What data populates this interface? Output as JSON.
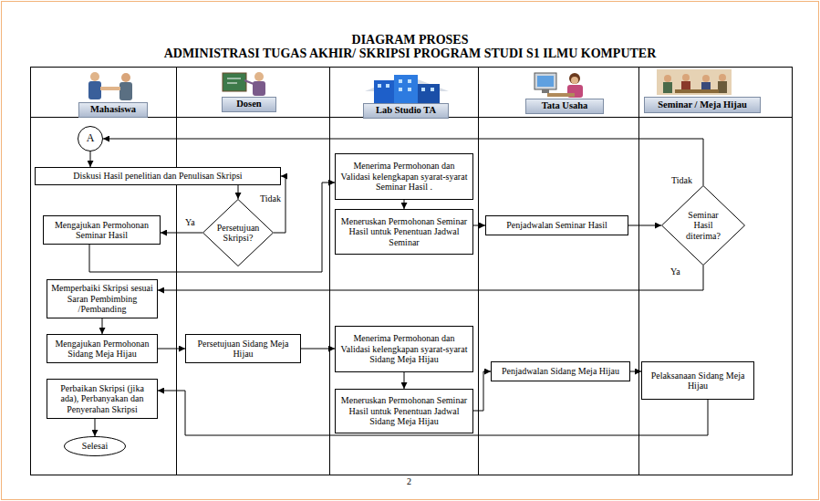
{
  "diagram": {
    "title": "DIAGRAM PROSES",
    "caption": "ADMINISTRASI TUGAS AKHIR/ SKRIPSI PROGRAM STUDI S1 ILMU KOMPUTER",
    "nodes": [
      {
        "text": [
          "Mahasiswa"
        ]
      },
      {
        "text": [
          "Dosen"
        ]
      },
      {
        "text": [
          "Lab Studio TA"
        ]
      },
      {
        "text": [
          "Tata Usaha"
        ]
      },
      {
        "text": [
          "Seminar / Meja Hijau"
        ]
      },
      {
        "text": [
          "A"
        ]
      },
      {
        "text": [
          "Diskusi Hasil penelitian dan Penulisan Skripsi"
        ]
      },
      {
        "text": [
          "Persetujuan Skripsi?"
        ]
      },
      {
        "text": [
          "Mengajukan Permohonan Seminar Hasil"
        ]
      },
      {
        "text": [
          "Menerima Permohonan dan Validasi kelengkapan syarat-syarat Seminar Hasil ."
        ]
      },
      {
        "text": [
          "Meneruskan Permohonan Seminar Hasil untuk Penentuan Jadwal Seminar"
        ]
      },
      {
        "text": [
          "Penjadwalan Seminar Hasil"
        ]
      },
      {
        "text": [
          "Seminar Hasil diterima?"
        ]
      },
      {
        "text": [
          "Memperbaiki Skripsi sesuai Saran Pembimbing /Pembanding"
        ]
      },
      {
        "text": [
          "Mengajukan Permohonan Sidang Meja Hijau"
        ]
      },
      {
        "text": [
          "Persetujuan Sidang Meja Hijau"
        ]
      },
      {
        "text": [
          "Menerima Permohonan dan Validasi kelengkapan syarat-syarat Sidang Meja Hijau"
        ]
      },
      {
        "text": [
          "Meneruskan Permohonan Seminar Hasil untuk Penentuan Jadwal Sidang Meja Hijau"
        ]
      },
      {
        "text": [
          "Penjadwalan Sidang Meja Hijau"
        ]
      },
      {
        "text": [
          "Pelaksanaan Sidang Meja Hijau"
        ]
      },
      {
        "text": [
          "Perbaikan Skripsi (jika ada), Perbanyakan dan Penyerahan Skripsi"
        ]
      },
      {
        "text": [
          "Selesai"
        ]
      }
    ],
    "edges": [
      {
        "from": 5,
        "to": 6,
        "arrow": "to"
      },
      {
        "from": 6,
        "to": 7,
        "arrow": "to"
      },
      {
        "from": 7,
        "to": 6,
        "label": "Tidak",
        "arrow": "to"
      },
      {
        "from": 7,
        "to": 8,
        "label": "Ya",
        "arrow": "to"
      },
      {
        "from": 8,
        "to": 9,
        "arrow": "to"
      },
      {
        "from": 9,
        "to": 10,
        "arrow": "to"
      },
      {
        "from": 10,
        "to": 11,
        "arrow": "to"
      },
      {
        "from": 11,
        "to": 12,
        "arrow": "to"
      },
      {
        "from": 12,
        "to": 5,
        "label": "Tidak",
        "arrow": "to"
      },
      {
        "from": 12,
        "to": 13,
        "label": "Ya",
        "arrow": "to"
      },
      {
        "from": 13,
        "to": 14,
        "arrow": "to"
      },
      {
        "from": 14,
        "to": 15,
        "arrow": "to"
      },
      {
        "from": 15,
        "to": 16,
        "arrow": "to"
      },
      {
        "from": 16,
        "to": 17,
        "arrow": "to"
      },
      {
        "from": 17,
        "to": 18,
        "arrow": "to"
      },
      {
        "from": 18,
        "to": 19,
        "arrow": "to"
      },
      {
        "from": 19,
        "to": 20,
        "arrow": "to"
      },
      {
        "from": 20,
        "to": 21,
        "arrow": "to"
      }
    ],
    "labels": [
      "2"
    ]
  }
}
